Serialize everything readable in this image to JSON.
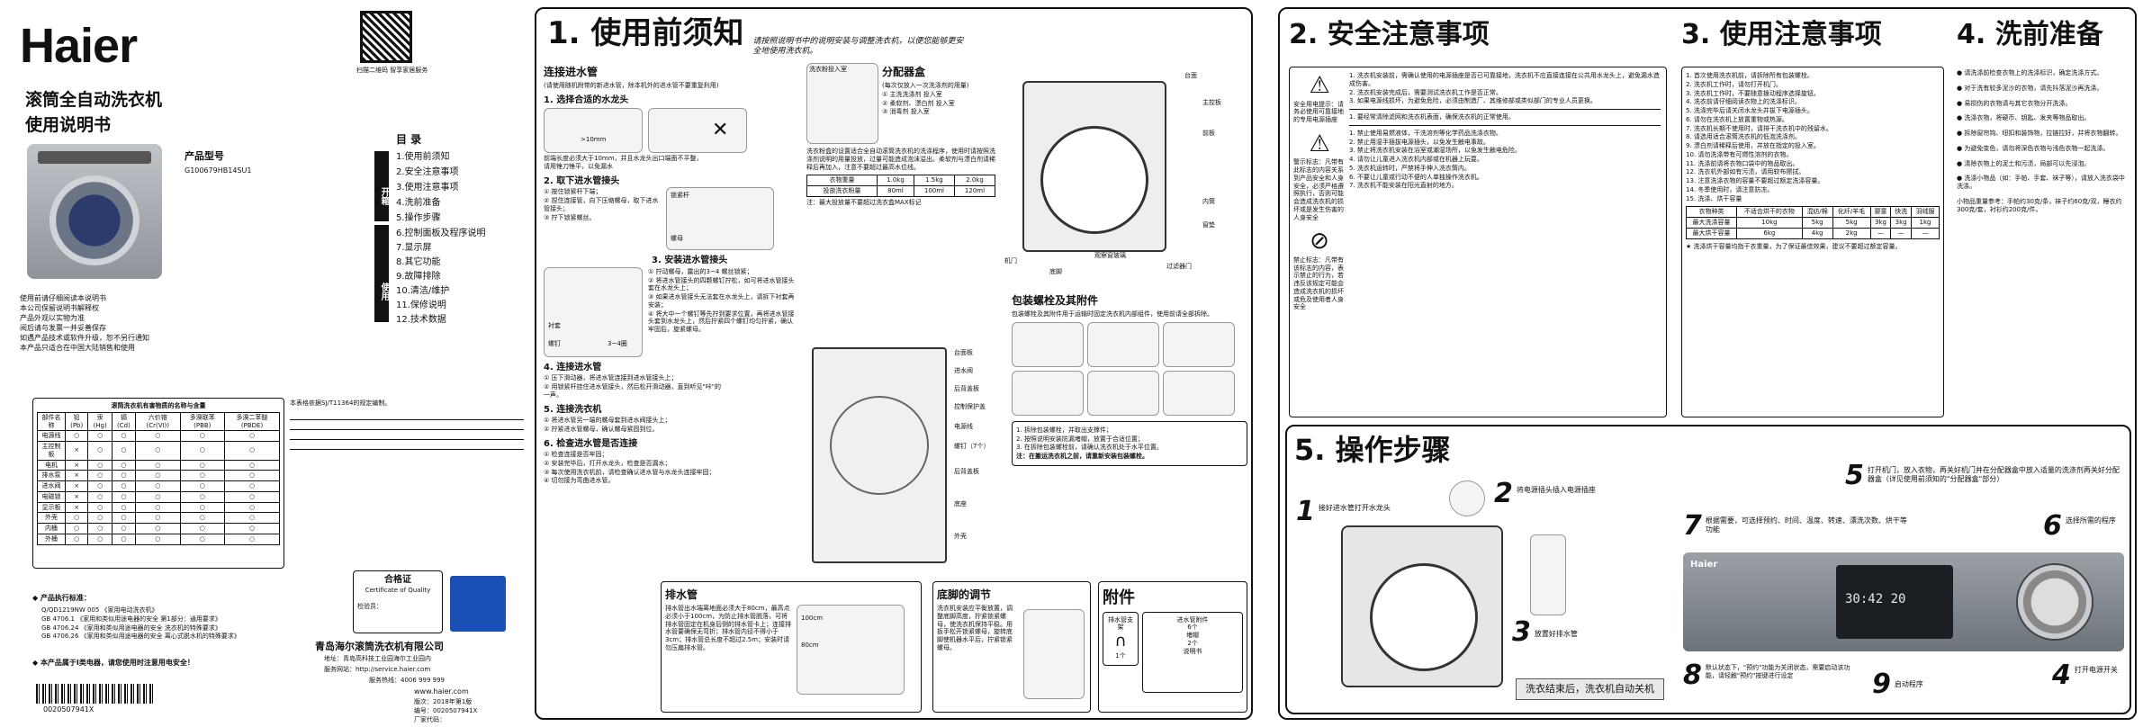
{
  "cover": {
    "brand": "Haier",
    "title_line1": "滚筒全自动洗衣机",
    "title_line2": "使用说明书",
    "model_label": "产品型号",
    "model": "G100679HB14SU1",
    "notes": [
      "使用前请仔细阅读本说明书",
      "本公司保留说明书解释权",
      "产品外观以实物为准",
      "阅后请与发票一并妥善保存",
      "如遇产品技术或软件升级，恕不另行通知",
      "本产品只适合在中国大陆销售和使用"
    ],
    "qr_caption": "扫描二维码 智享家居服务",
    "toc_title": "目 录",
    "toc_tab1": "开箱",
    "toc_tab2": "使用",
    "toc": [
      "1.使用前须知",
      "2.安全注意事项",
      "3.使用注意事项",
      "4.洗前准备",
      "5.操作步骤",
      "6.控制面板及程序说明",
      "7.显示屏",
      "8.其它功能",
      "9.故障排除",
      "10.清洁/维护",
      "11.保修说明",
      "12.技术数据"
    ],
    "hazard_table_title": "滚筒洗衣机有害物质的名称与含量",
    "hazard_headers": [
      "部件名称",
      "铅(Pb)",
      "汞(Hg)",
      "镉(Cd)",
      "六价铬(Cr(VI))",
      "多溴联苯(PBB)",
      "多溴二苯醚(PBDE)"
    ],
    "hazard_rows": [
      [
        "电源线",
        "○",
        "○",
        "○",
        "○",
        "○",
        "○"
      ],
      [
        "主控制板",
        "×",
        "○",
        "○",
        "○",
        "○",
        "○"
      ],
      [
        "电机",
        "×",
        "○",
        "○",
        "○",
        "○",
        "○"
      ],
      [
        "排水泵",
        "×",
        "○",
        "○",
        "○",
        "○",
        "○"
      ],
      [
        "进水阀",
        "×",
        "○",
        "○",
        "○",
        "○",
        "○"
      ],
      [
        "电磁锁",
        "×",
        "○",
        "○",
        "○",
        "○",
        "○"
      ],
      [
        "显示板",
        "×",
        "○",
        "○",
        "○",
        "○",
        "○"
      ],
      [
        "外壳",
        "○",
        "○",
        "○",
        "○",
        "○",
        "○"
      ],
      [
        "内桶",
        "○",
        "○",
        "○",
        "○",
        "○",
        "○"
      ],
      [
        "外桶",
        "○",
        "○",
        "○",
        "○",
        "○",
        "○"
      ]
    ],
    "hazard_note": "本表格依据SJ/T11364的规定编制。",
    "standards_title": "◆ 产品执行标准：",
    "standards": [
      "Q/QD1219NW 005 《家用电动洗衣机》",
      "GB 4706.1 《家用和类似用途电器的安全 第1部分：通用要求》",
      "GB 4706.24 《家用和类似用途电器的安全 洗衣机的特殊要求》",
      "GB 4706.26 《家用和类似用途电器的安全 离心式脱水机的特殊要求》"
    ],
    "product_note": "◆ 本产品属于Ⅰ类电器，请您使用时注意用电安全！",
    "cert_title": "合格证",
    "cert_sub": "Certificate of Quality",
    "cert_inspector": "检验员：",
    "company": "青岛海尔滚筒洗衣机有限公司",
    "address": "地址：青岛高科技工业园海尔工业园内",
    "service_site": "服务网站：http://service.haier.com",
    "hotline": "服务热线：4006 999 999",
    "website": "www.haier.com",
    "edition": "版次：2018年第1版",
    "code": "编号：0020507941X",
    "factory_code": "厂家代码：",
    "barcode_text": "0020507941X"
  },
  "panel1": {
    "num": "1. 使用前须知",
    "sub": "请按照说明书中的说明安装与调整洗衣机，以便您能够更安全地使用洗衣机。",
    "connect_title": "连接进水管",
    "connect_sub": "(请使用随机附带的新进水管，除本机外的进水管不要重复利用)",
    "step1": "1. 选择合适的水龙头",
    "step1_text": "前端长度必须大于10mm，并且水龙头出口端面不平整，请用锉刀锉平，以免漏水",
    "gt10": ">10mm",
    "step2": "2. 取下进水管接头",
    "step2_items": [
      "① 按住锁紧杆下端；",
      "② 捏住连接管，向下压缩螺母，取下进水管接头；",
      "③ 拧下锁紧螺丝。"
    ],
    "step3": "3. 安装进水管接头",
    "step3_items": [
      "① 拧动螺母，露出的3~4 螺丝锁紧；",
      "② 将进水管接头的四颗螺钉拧松，如可将进水管接头套在水龙头上；",
      "③ 如果进水管接头无法套在水龙头上，请拆下衬套再安装；",
      "④ 将大中一个螺钉等先拧到要求位置，再将进水管接头套到水龙头上，然后拧紧四个螺钉均匀拧紧，确认牢固后，旋紧螺母。"
    ],
    "label_lock": "锁紧杆",
    "label_nut": "螺母",
    "label_sleeve": "衬套",
    "label_screw": "螺钉",
    "label_34": "3~4圈",
    "step4": "4. 连接进水管",
    "step4_items": [
      "① 压下滑动器，将进水管连接到进水管接头上；",
      "② 用锁紧杆挂住进水管接头，然后松开滑动器，直到听见\"咔\"的一声。"
    ],
    "step5": "5. 连接洗衣机",
    "step5_items": [
      "① 将进水管另一端的螺母套到进水阀接头上；",
      "② 拧紧进水管螺母，确认螺母紧固到位。"
    ],
    "step6": "6. 检查进水管是否连接",
    "step6_items": [
      "① 检查连接是否牢固；",
      "② 安装完毕后，打开水龙头，检查是否漏水；",
      "③ 每次使用洗衣机前，请检查确认进水管与水龙头连接牢固；",
      "④ 切勿接为弯曲进水管。"
    ],
    "dispenser_title": "分配器盒",
    "dispenser_sub": "洗衣粉投入室",
    "dispenser_items": [
      "(每次仅放入一次洗涤剂的用量)",
      "① 主洗洗涤剂 投入室",
      "② 柔软剂、漂白剂 投入室",
      "③ 消毒剂 投入室"
    ],
    "dispenser_text": "洗衣粉盒的设置适合全自动滚筒洗衣机的洗涤程序，使用时请按照洗涤剂说明的用量投放，过量可能造成泡沫溢出。柔软剂与漂白剂请稀释后再加入，注意不要超过最高水位线。",
    "detergent_headers": [
      "衣物重量",
      "1.0kg",
      "1.5kg",
      "2.0kg"
    ],
    "detergent_row": [
      "投放洗衣粉量",
      "80ml",
      "100ml",
      "120ml"
    ],
    "detergent_note": "注：最大投放量不要超过洗衣盒MAX标记",
    "parts_labels": [
      "台面",
      "主控板",
      "前板",
      "观察窗玻璃",
      "机门",
      "底脚",
      "内筒",
      "窗垫",
      "过滤器门"
    ],
    "rear_labels": [
      "台面板",
      "进水阀",
      "后背盖板",
      "控制保护盖",
      "电源线",
      "螺钉（7个）",
      "后背盖板",
      "底座",
      "外壳"
    ],
    "transport_title": "包装螺栓及其附件",
    "transport_text": "包装螺栓及其附件用于运输时固定洗衣机内部组件，使用前请全部拆除。",
    "transport_steps": [
      "1. 拆除包装螺栓，并取出支撑件；",
      "2. 按照说明安装防漏堵帽，放置于合适位置；",
      "3. 在拆除包装螺栓前，请确认洗衣机处于水平位置。"
    ],
    "transport_note": "注：在搬运洗衣机之前，请重新安装包装螺栓。",
    "drain_title": "排水管",
    "drain_text": "排水管出水端离地面必须大于80cm，最高点必须小于100cm，为防止排水管脱落，可将排水管固定在机身后侧的排水管卡上；连接排水管要确保无弯折；排水管内径不得小于3cm；排水管总长度不超过2.5m；安装时请勿压扁排水管。",
    "drain_h1": "100cm",
    "drain_h2": "80cm",
    "feet_title": "底脚的调节",
    "feet_text": "洗衣机安装应平衡放置，调整底脚高度，拧紧锁紧螺母，使洗衣机保持平稳。用扳手松开锁紧螺母，旋转底脚使机器水平后，拧紧锁紧螺母。",
    "accessories_title": "附件",
    "acc_items": [
      "排水管支架",
      "进水管附件",
      "堵帽",
      "说明书"
    ],
    "acc_counts": [
      "1个",
      "6个",
      "2个"
    ]
  },
  "panel2": {
    "num": "2. 安全注意事项",
    "warn_title": "安全用电提示：请务必使用可靠接地的专用电源插座",
    "warn_badge": "警示标志：凡带有此标志的内容关系到产品安全和人身安全，必须严格遵照执行，否则可能会造成洗衣机的损坏或是发生伤害的人身安全",
    "forbid_badge": "禁止标志：凡带有该标志的内容，表示禁止的行为，若违反该规定可能会造成洗衣机的损坏或危及使用者人身安全",
    "items1": [
      "1. 洗衣机安装前，需确认使用的电源插座是否已可靠接地，洗衣机不应直接连接在公共用水龙头上，避免漏水造成伤害。",
      "2. 洗衣机安装完成后，需要测试洗衣机工作是否正常。",
      "3. 如果电源线损坏，为避免危险，必须由制造厂、其维修部或类似部门的专业人员更换。"
    ],
    "items2": [
      "1. 要经常清除滤网和洗衣机表面，确保洗衣机的正常使用。"
    ],
    "items3": [
      "1. 禁止使用易燃液体，干洗溶剂等化学药品洗涤衣物。",
      "2. 禁止用湿手插拔电源插头，以免发生触电事故。",
      "3. 禁止将洗衣机安装在浴室或潮湿场所，以免发生触电危险。",
      "4. 请勿让儿童进入洗衣机内部或在机器上玩耍。",
      "5. 洗衣机运转时，严禁将手伸入洗衣筒内。",
      "6. 不要让儿童或行动不便的人单独操作洗衣机。",
      "7. 洗衣机不能安装在阳光直射的地方。"
    ]
  },
  "panel3": {
    "num": "3. 使用注意事项",
    "items": [
      "1. 首次使用洗衣机前，请拆除所有包装螺栓。",
      "2. 洗衣机工作时，请勿打开机门。",
      "3. 洗衣机工作时，不要随意拨动程序选择旋钮。",
      "4. 洗衣前请仔细阅读衣物上的洗涤标识。",
      "5. 洗涤完毕后请关闭水龙头并拔下电源插头。",
      "6. 请勿在洗衣机上放置重物或热源。",
      "7. 洗衣机长期不使用时，请排干洗衣机中的残留水。",
      "8. 请选用适合滚筒洗衣机的低泡洗涤剂。",
      "9. 漂白剂请稀释后使用，并放在指定的投入室。",
      "10. 请勿洗涤带有可燃性溶剂的衣物。",
      "11. 洗涤前请将衣物口袋中的物品取出。",
      "12. 洗衣机外部如有污渍，请用软布擦拭。",
      "13. 注意洗涤衣物的容量不要超过额定洗涤容量。",
      "14. 冬季使用时，请注意防冻。",
      "15. 洗涤、烘干容量"
    ],
    "cap_headers": [
      "衣物种类",
      "不适合烘干的衣物",
      "混纺/棉",
      "化纤/羊毛",
      "婴童",
      "快洗",
      "羽绒服"
    ],
    "cap_row1": [
      "最大洗涤容量",
      "10kg",
      "5kg",
      "5kg",
      "3kg",
      "3kg",
      "1kg"
    ],
    "cap_row2": [
      "最大烘干容量",
      "6kg",
      "4kg",
      "2kg",
      "—",
      "—",
      "—"
    ],
    "cap_note": "★ 洗涤烘干容量均指干衣重量，为了保证最佳效果，建议不要超过额定容量。"
  },
  "panel4": {
    "num": "4. 洗前准备",
    "items": [
      "● 请洗涤前检查衣物上的洗涤标识，确定洗涤方式。",
      "● 对于洗有较多泥沙的衣物，请先抖落泥沙再洗涤。",
      "● 易损伤的衣物请与其它衣物分开洗涤。",
      "● 洗涤衣物，将硬币、钥匙、发夹等物品取出。",
      "● 拆除窗帘钩、纽扣和装饰物，拉链拉好，并将衣物翻转。",
      "● 为避免变色，请勿将深色衣物与浅色衣物一起洗涤。",
      "● 清除衣物上的泥土和污渍，局部可以先浸泡。",
      "● 洗涤小物品（如：手帕、手套、袜子等），请放入洗衣袋中洗涤。",
      "小物品重量参考：手帕约30克/条，袜子约60克/双，睡衣约300克/套，衬衫约200克/件。"
    ]
  },
  "panel5": {
    "num": "5. 操作步骤",
    "steps": [
      {
        "n": "1",
        "t": "接好进水管打开水龙头"
      },
      {
        "n": "2",
        "t": "将电源插头插入电源插座"
      },
      {
        "n": "3",
        "t": "放置好排水管"
      },
      {
        "n": "4",
        "t": "打开电源开关"
      },
      {
        "n": "5",
        "t": "打开机门，放入衣物，再关好机门并在分配器盒中放入适量的洗涤剂再关好分配器盒（详见使用前须知的\"分配器盒\"部分）"
      },
      {
        "n": "6",
        "t": "选择所需的程序"
      },
      {
        "n": "7",
        "t": "根据需要，可选择预约、时间、温度、转速、漂洗次数、烘干等功能"
      },
      {
        "n": "8",
        "t": "默认状态下，\"预约\"功能为关闭状态，需要启动该功能，请轻触\"预约\"按键进行设定"
      },
      {
        "n": "9",
        "t": "启动程序"
      }
    ],
    "finish": "洗衣结束后，洗衣机自动关机",
    "display_text": "30:42 20",
    "panel_brand": "Haier"
  }
}
